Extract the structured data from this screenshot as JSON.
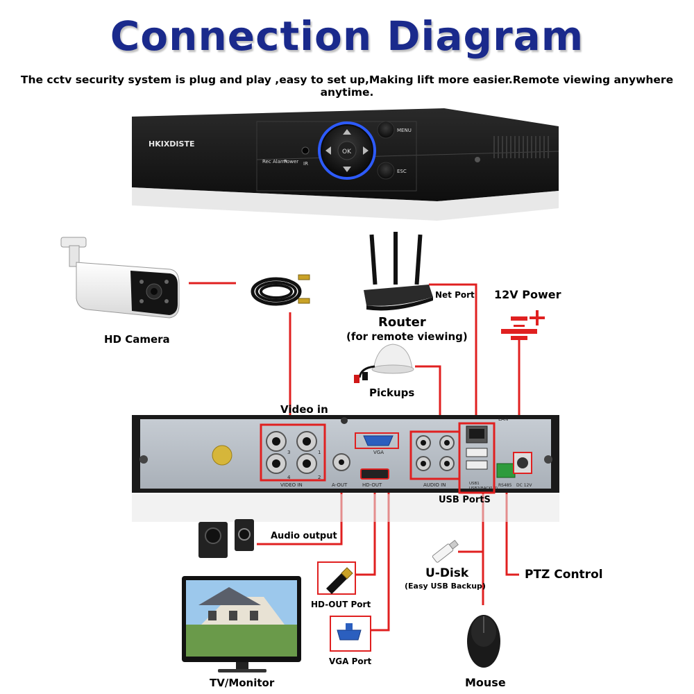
{
  "header": {
    "title": "Connection Diagram",
    "subtitle": "The cctv security system is plug and play ,easy to set up,Making lift more easier.Remote viewing anywhere anytime."
  },
  "dvr_front": {
    "brand": "HKIXDISTE",
    "ok": "OK",
    "menu": "MENU",
    "esc": "ESC",
    "ir": "IR",
    "leds": [
      "Rec",
      "Alarm",
      "Power"
    ]
  },
  "dvr_back": {
    "video_in": "VIDEO IN",
    "a_out": "A-OUT",
    "hd_out": "HD-OUT",
    "vga": "VGA",
    "audio_in": "AUDIO IN",
    "lan": "LAN",
    "usb": [
      "USB1",
      "USB2(BACKUP)"
    ],
    "rs485": "RS485",
    "dc12v": "DC 12V",
    "channels": [
      "1",
      "2",
      "3",
      "4"
    ]
  },
  "labels": {
    "hd_camera": "HD Camera",
    "video_in": "Video in",
    "router": "Router",
    "router_sub": "(for remote viewing)",
    "net_port": "Net Port",
    "power": "12V Power",
    "pickups": "Pickups",
    "usb_ports": "USB PortS",
    "audio_output": "Audio output",
    "hd_out_port": "HD-OUT Port",
    "vga_port": "VGA Port",
    "tv_monitor": "TV/Monitor",
    "u_disk": "U-Disk",
    "u_disk_sub": "(Easy USB Backup)",
    "ptz_control": "PTZ Control",
    "mouse": "Mouse"
  },
  "colors": {
    "title": "#1a2a8c",
    "wire": "#e02020",
    "device": "#1b1b1b",
    "panel": "#b9bfc6"
  }
}
